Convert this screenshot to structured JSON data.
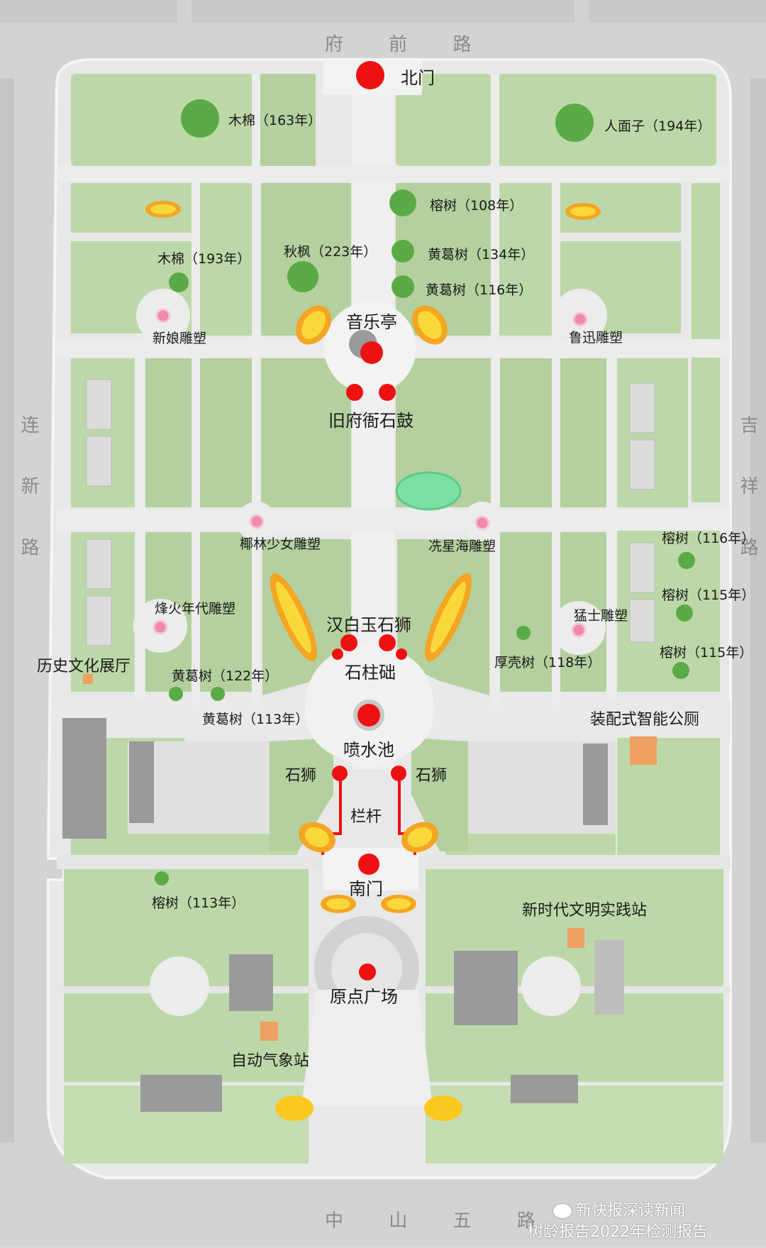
{
  "colors": {
    "road": "#d4d4d4",
    "grass": "#bcd6a6",
    "grass_dark": "#aecb96",
    "path": "#ededed",
    "tree": "#5aaa45",
    "marker": "#ee1111",
    "sculpture": "#ef8aa8",
    "flowerbed_outer": "#f4a523",
    "flowerbed_inner": "#fbd83a",
    "facility": "#f0a060",
    "fountain_lawn": "#7be0a2"
  },
  "streets": {
    "north": "府 前 路",
    "south": "中 山 五 路",
    "west": "连 新 路",
    "east": "吉 祥 路"
  },
  "landmarks": {
    "north_gate": "北门",
    "music_pavilion": "音乐亭",
    "stone_drums": "旧府衙石鼓",
    "stone_lions_marble": "汉白玉石狮",
    "pillar_base": "石柱础",
    "fountain": "喷水池",
    "stone_lion_left": "石狮",
    "stone_lion_right": "石狮",
    "railing": "栏杆",
    "south_gate": "南门",
    "origin_square": "原点广场"
  },
  "sculptures": {
    "bride": "新娘雕塑",
    "luxun": "鲁迅雕塑",
    "coconut_girl": "椰林少女雕塑",
    "xianxinghai": "冼星海雕塑",
    "beacon_era": "烽火年代雕塑",
    "warrior": "猛士雕塑"
  },
  "facilities": {
    "history_hall": "历史文化展厅",
    "smart_toilet": "装配式智能公厕",
    "civilization_station": "新时代文明实践站",
    "weather_station": "自动气象站"
  },
  "trees": {
    "kapok_163": "木棉（163年）",
    "renmianzi_194": "人面子（194年）",
    "banyan_108": "榕树（108年）",
    "kapok_193": "木棉（193年）",
    "maple_223": "秋枫（223年）",
    "ficus_134": "黄葛树（134年）",
    "ficus_116": "黄葛树（116年）",
    "banyan_116": "榕树（116年）",
    "banyan_115a": "榕树（115年）",
    "banyan_115b": "榕树（115年）",
    "houke_118": "厚壳树（118年）",
    "ficus_122": "黄葛树（122年）",
    "ficus_113": "黄葛树（113年）",
    "banyan_113": "榕树（113年）"
  },
  "watermark": {
    "account": "新快报深读新闻",
    "report": "树龄报告2022年检测报告"
  }
}
